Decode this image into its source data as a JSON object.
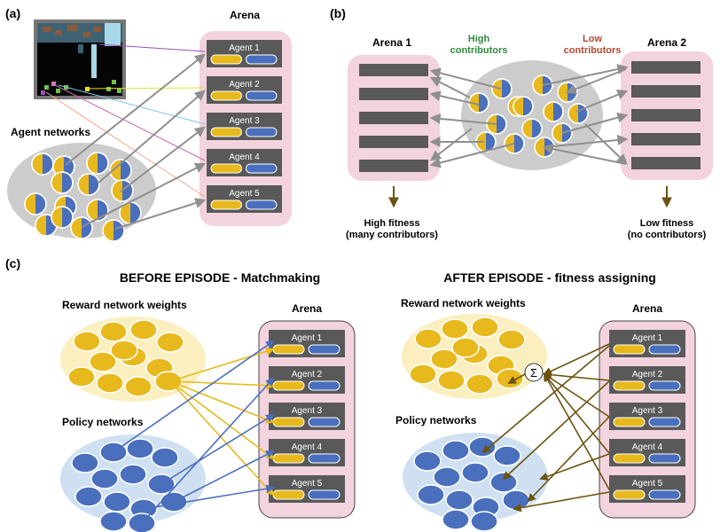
{
  "panel_a": {
    "label": "(a)",
    "arena_title": "Arena",
    "networks_title": "Agent networks",
    "agents": [
      "Agent 1",
      "Agent 2",
      "Agent 3",
      "Agent 4",
      "Agent 5"
    ]
  },
  "panel_b": {
    "label": "(b)",
    "arena1_title": "Arena 1",
    "arena2_title": "Arena 2",
    "high_contributors": [
      "High",
      "contributors"
    ],
    "low_contributors": [
      "Low",
      "contributors"
    ],
    "high_fitness": [
      "High fitness",
      "(many contributors)"
    ],
    "low_fitness": [
      "Low fitness",
      "(no contributors)"
    ]
  },
  "panel_c": {
    "label": "(c)",
    "before_title": "BEFORE EPISODE - Matchmaking",
    "after_title": "AFTER EPISODE - fitness assigning",
    "reward_title": "Reward network weights",
    "policy_title": "Policy networks",
    "arena_title": "Arena",
    "sum_symbol": "Σ",
    "agents": [
      "Agent 1",
      "Agent 2",
      "Agent 3",
      "Agent 4",
      "Agent 5"
    ]
  },
  "colors": {
    "arena_fill": "#f2d3de",
    "agent_box": "#595959",
    "yellow": "#e8b91c",
    "blue": "#4a6fbd",
    "gray_pool": "#cccccc",
    "reward_pool": "#fbefc0",
    "policy_pool": "#cfe0f2",
    "arrow_gray": "#8f8f8f",
    "arrow_brown": "#6b5310",
    "arrow_yellow": "#e8b91c",
    "arrow_blue": "#4a6fbd",
    "high_green": "#2e8b3a",
    "low_red": "#b5472c"
  }
}
